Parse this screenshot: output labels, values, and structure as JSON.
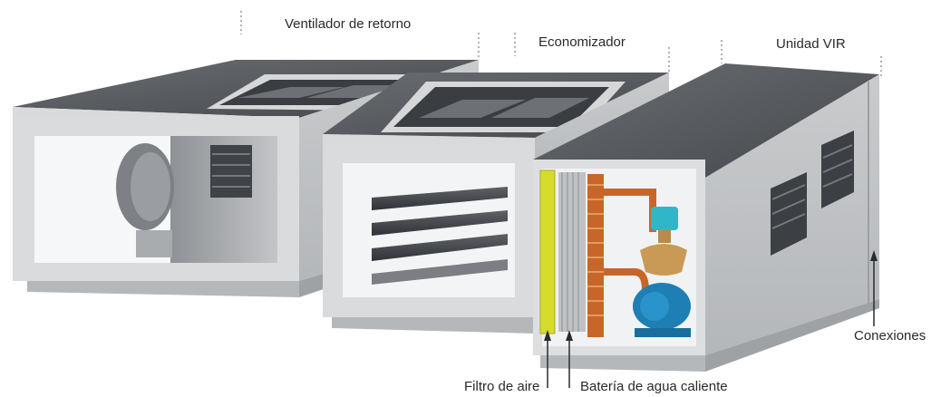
{
  "labels": {
    "return_fan": "Ventilador de retorno",
    "economizer": "Economizador",
    "vir_unit": "Unidad VIR",
    "connections": "Conexiones",
    "air_filter": "Filtro de aire",
    "hot_water_coil": "Batería de agua caliente"
  },
  "colors": {
    "panel_light": "#cfd1d3",
    "panel_mid": "#aeb1b4",
    "roof_dark": "#55585c",
    "frame_edge": "#e4e5e6",
    "filter_yellow": "#d6dc2c",
    "coil_copper": "#c8662a",
    "pump_blue": "#1e7fb4",
    "valve_cyan": "#2fb6c8"
  }
}
